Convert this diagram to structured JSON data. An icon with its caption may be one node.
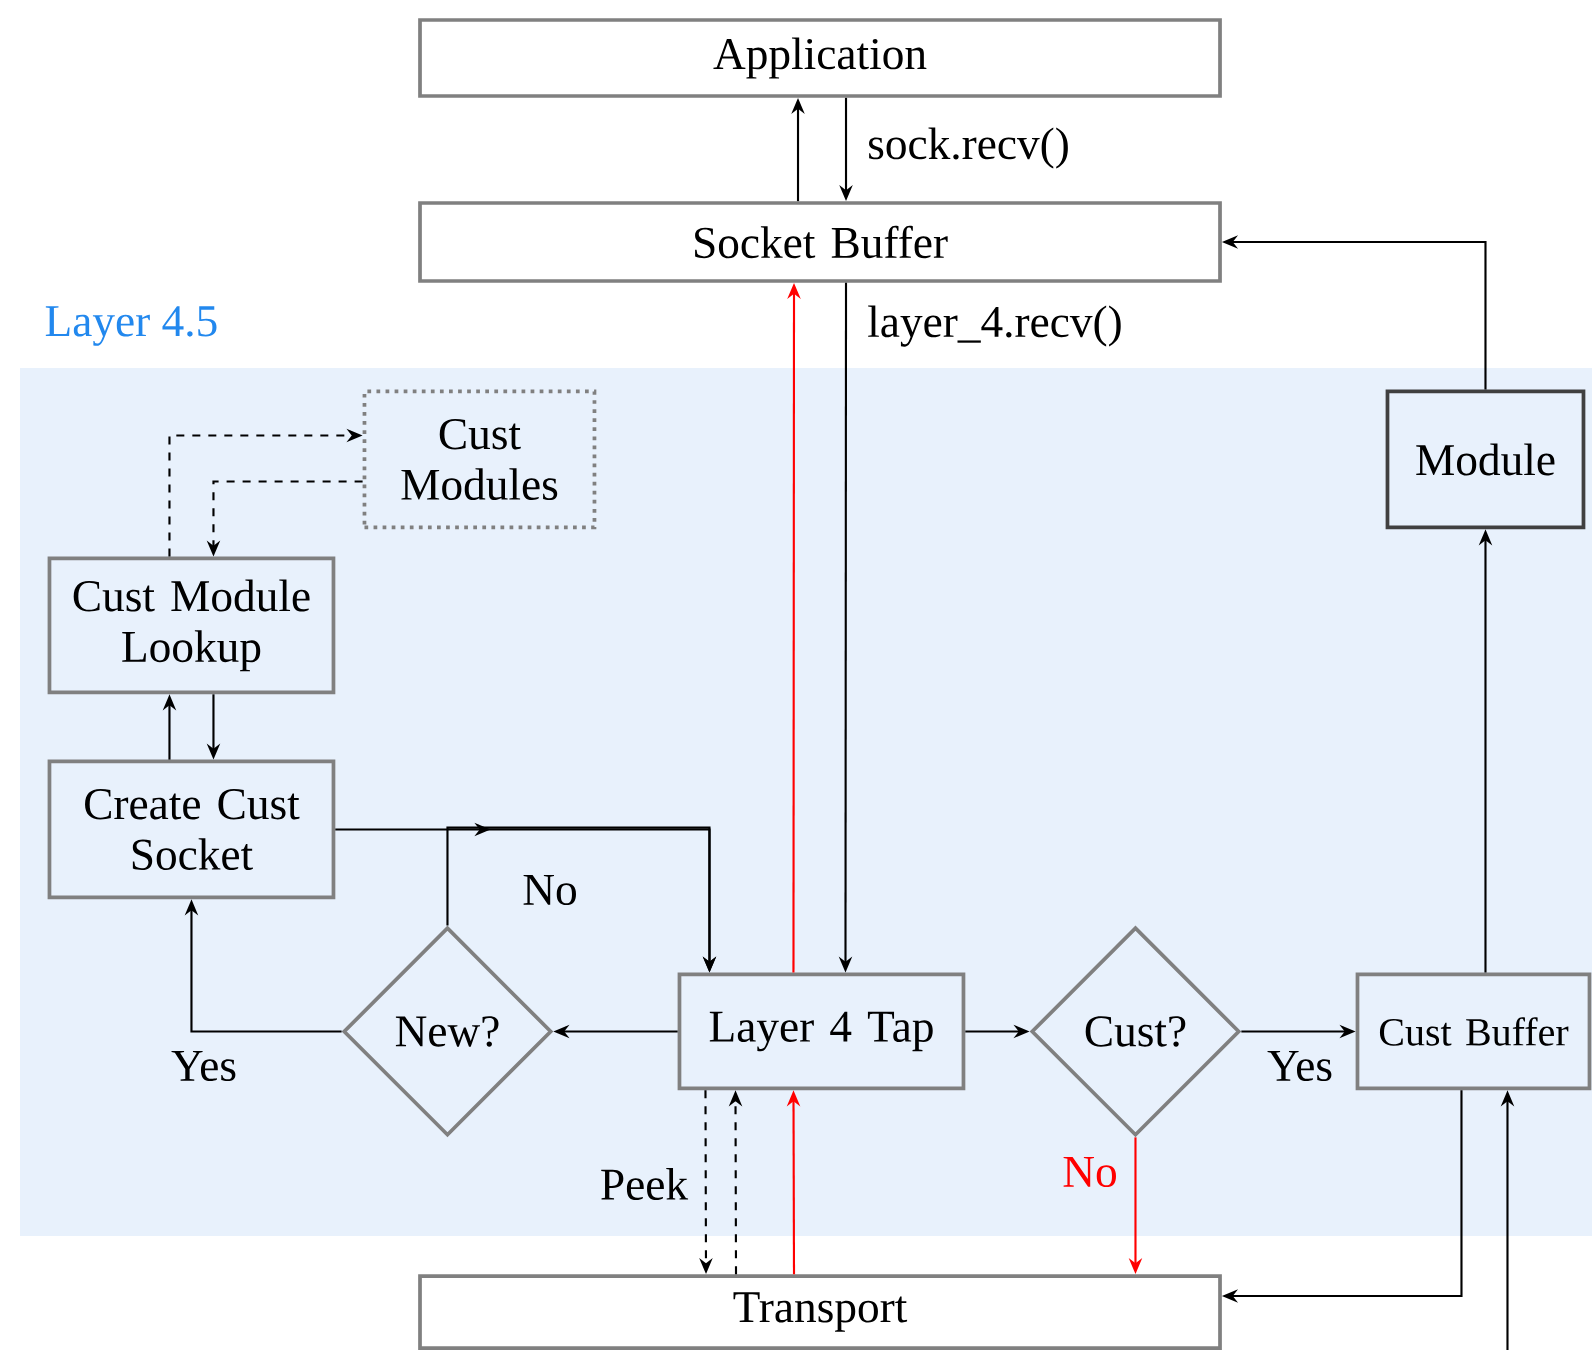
{
  "diagram": {
    "nodes": [
      {
        "text": [
          "Application"
        ]
      },
      {
        "text": [
          "Socket Buffer"
        ]
      },
      {
        "text": [
          "Layer 4.5"
        ]
      },
      {
        "text": [
          "Cust Modules"
        ],
        "in": 2
      },
      {
        "text": [
          "Module"
        ],
        "in": 2
      },
      {
        "text": [
          "Cust Module Lookup"
        ],
        "in": 2
      },
      {
        "text": [
          "Create Cust Socket"
        ],
        "in": 2
      },
      {
        "text": [
          "New?"
        ],
        "in": 2
      },
      {
        "text": [
          "Layer 4 Tap"
        ],
        "in": 2
      },
      {
        "text": [
          "Cust?"
        ],
        "in": 2
      },
      {
        "text": [
          "Cust Buffer"
        ],
        "in": 2
      },
      {
        "text": [
          "Transport"
        ]
      }
    ],
    "edges": [
      {
        "from": 1,
        "to": 0,
        "arrow": "to"
      },
      {
        "from": 0,
        "to": 1,
        "arrow": "to",
        "label": "sock.recv()"
      },
      {
        "from": 8,
        "to": 1,
        "arrow": "to",
        "color": "#ff0000"
      },
      {
        "from": 1,
        "to": 8,
        "arrow": "to",
        "label": "layer_4.recv()"
      },
      {
        "from": 4,
        "to": 1,
        "arrow": "to"
      },
      {
        "from": 5,
        "to": 3,
        "arrow": "to",
        "style": "dashed"
      },
      {
        "from": 3,
        "to": 5,
        "arrow": "to",
        "style": "dashed"
      },
      {
        "from": 6,
        "to": 5,
        "arrow": "to"
      },
      {
        "from": 5,
        "to": 6,
        "arrow": "to"
      },
      {
        "from": 6,
        "to": 8,
        "arrow": "to"
      },
      {
        "from": 7,
        "to": 8,
        "arrow": "to",
        "label": "No"
      },
      {
        "from": 8,
        "to": 7,
        "arrow": "to"
      },
      {
        "from": 7,
        "to": 6,
        "arrow": "to",
        "label": "Yes"
      },
      {
        "from": 8,
        "to": 9,
        "arrow": "to"
      },
      {
        "from": 9,
        "to": 10,
        "arrow": "to",
        "label": "Yes"
      },
      {
        "from": 9,
        "to": 11,
        "arrow": "to",
        "label": "No",
        "color": "#ff0000"
      },
      {
        "from": 10,
        "to": 4,
        "arrow": "to"
      },
      {
        "from": 10,
        "to": 11,
        "arrow": "to"
      },
      {
        "from": null,
        "to": 10,
        "arrow": "to"
      },
      {
        "from": 8,
        "to": 11,
        "arrow": "to",
        "label": "Peek",
        "style": "dashed"
      },
      {
        "from": 11,
        "to": 8,
        "arrow": "to",
        "style": "dashed"
      },
      {
        "from": 11,
        "to": 8,
        "arrow": "to",
        "color": "#ff0000"
      }
    ]
  }
}
